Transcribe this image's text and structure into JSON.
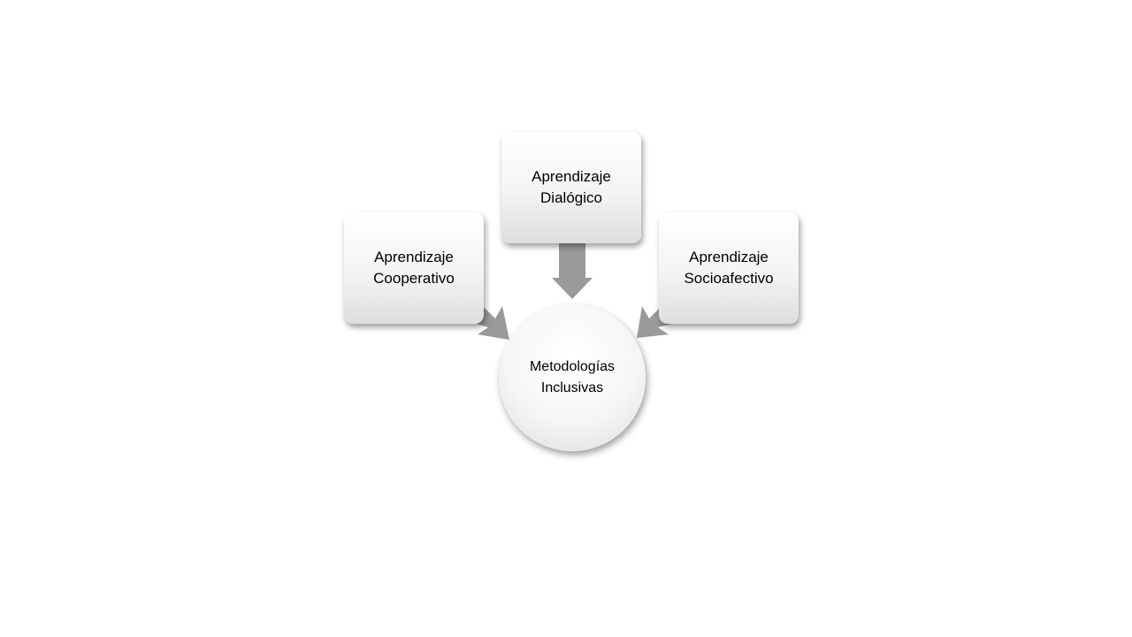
{
  "diagram": {
    "center": {
      "line1": "Metodologías",
      "line2": "Inclusivas"
    },
    "nodes": {
      "dialogico": {
        "line1": "Aprendizaje",
        "line2": "Dialógico"
      },
      "cooperativo": {
        "line1": "Aprendizaje",
        "line2": "Cooperativo"
      },
      "socioafectivo": {
        "line1": "Aprendizaje",
        "line2": "Socioafectivo"
      }
    },
    "colors": {
      "arrow": "#9a9a9a",
      "box_top": "#ffffff",
      "box_bottom": "#dedede",
      "text": "#000000"
    }
  }
}
